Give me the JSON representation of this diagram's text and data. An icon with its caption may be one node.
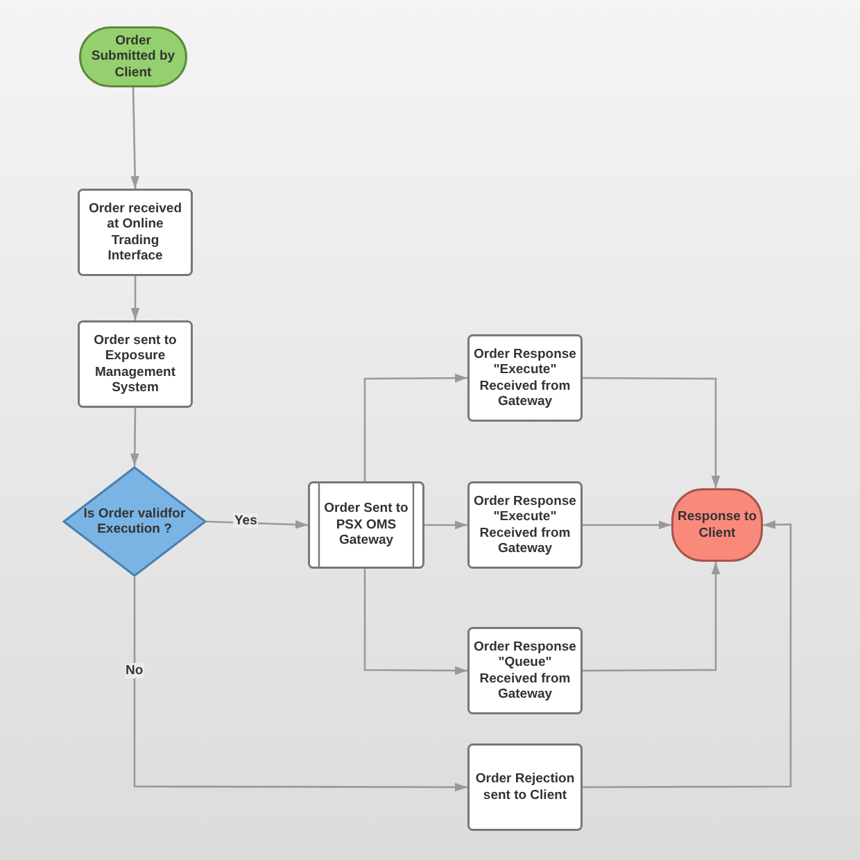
{
  "diagram": {
    "nodes": [
      {
        "text": [
          "Order Submitted by Client"
        ]
      },
      {
        "text": [
          "Order received at Online Trading Interface"
        ]
      },
      {
        "text": [
          "Order sent to Exposure Management System"
        ]
      },
      {
        "text": [
          "Is Order validfor Execution ?"
        ]
      },
      {
        "text": [
          "Order Sent to PSX OMS Gateway"
        ]
      },
      {
        "text": [
          "Order Response \"Execute\" Received from Gateway"
        ]
      },
      {
        "text": [
          "Order Response \"Execute\" Received from Gateway"
        ]
      },
      {
        "text": [
          "Order Response \"Queue\" Received from Gateway"
        ]
      },
      {
        "text": [
          "Order Rejection sent to Client"
        ]
      },
      {
        "text": [
          "Response to Client"
        ]
      }
    ],
    "edges": [
      {
        "from": 0,
        "to": 1,
        "arrow": "to"
      },
      {
        "from": 1,
        "to": 2,
        "arrow": "to"
      },
      {
        "from": 2,
        "to": 3,
        "arrow": "to"
      },
      {
        "from": 3,
        "to": 4,
        "arrow": "to",
        "label": "Yes"
      },
      {
        "from": 4,
        "to": 5,
        "arrow": "to"
      },
      {
        "from": 4,
        "to": 6,
        "arrow": "to"
      },
      {
        "from": 4,
        "to": 7,
        "arrow": "to"
      },
      {
        "from": 3,
        "to": 8,
        "arrow": "to",
        "label": "No"
      },
      {
        "from": 5,
        "to": 9,
        "arrow": "to"
      },
      {
        "from": 6,
        "to": 9,
        "arrow": "to"
      },
      {
        "from": 7,
        "to": 9,
        "arrow": "to"
      },
      {
        "from": 8,
        "to": 9,
        "arrow": "to"
      }
    ]
  }
}
